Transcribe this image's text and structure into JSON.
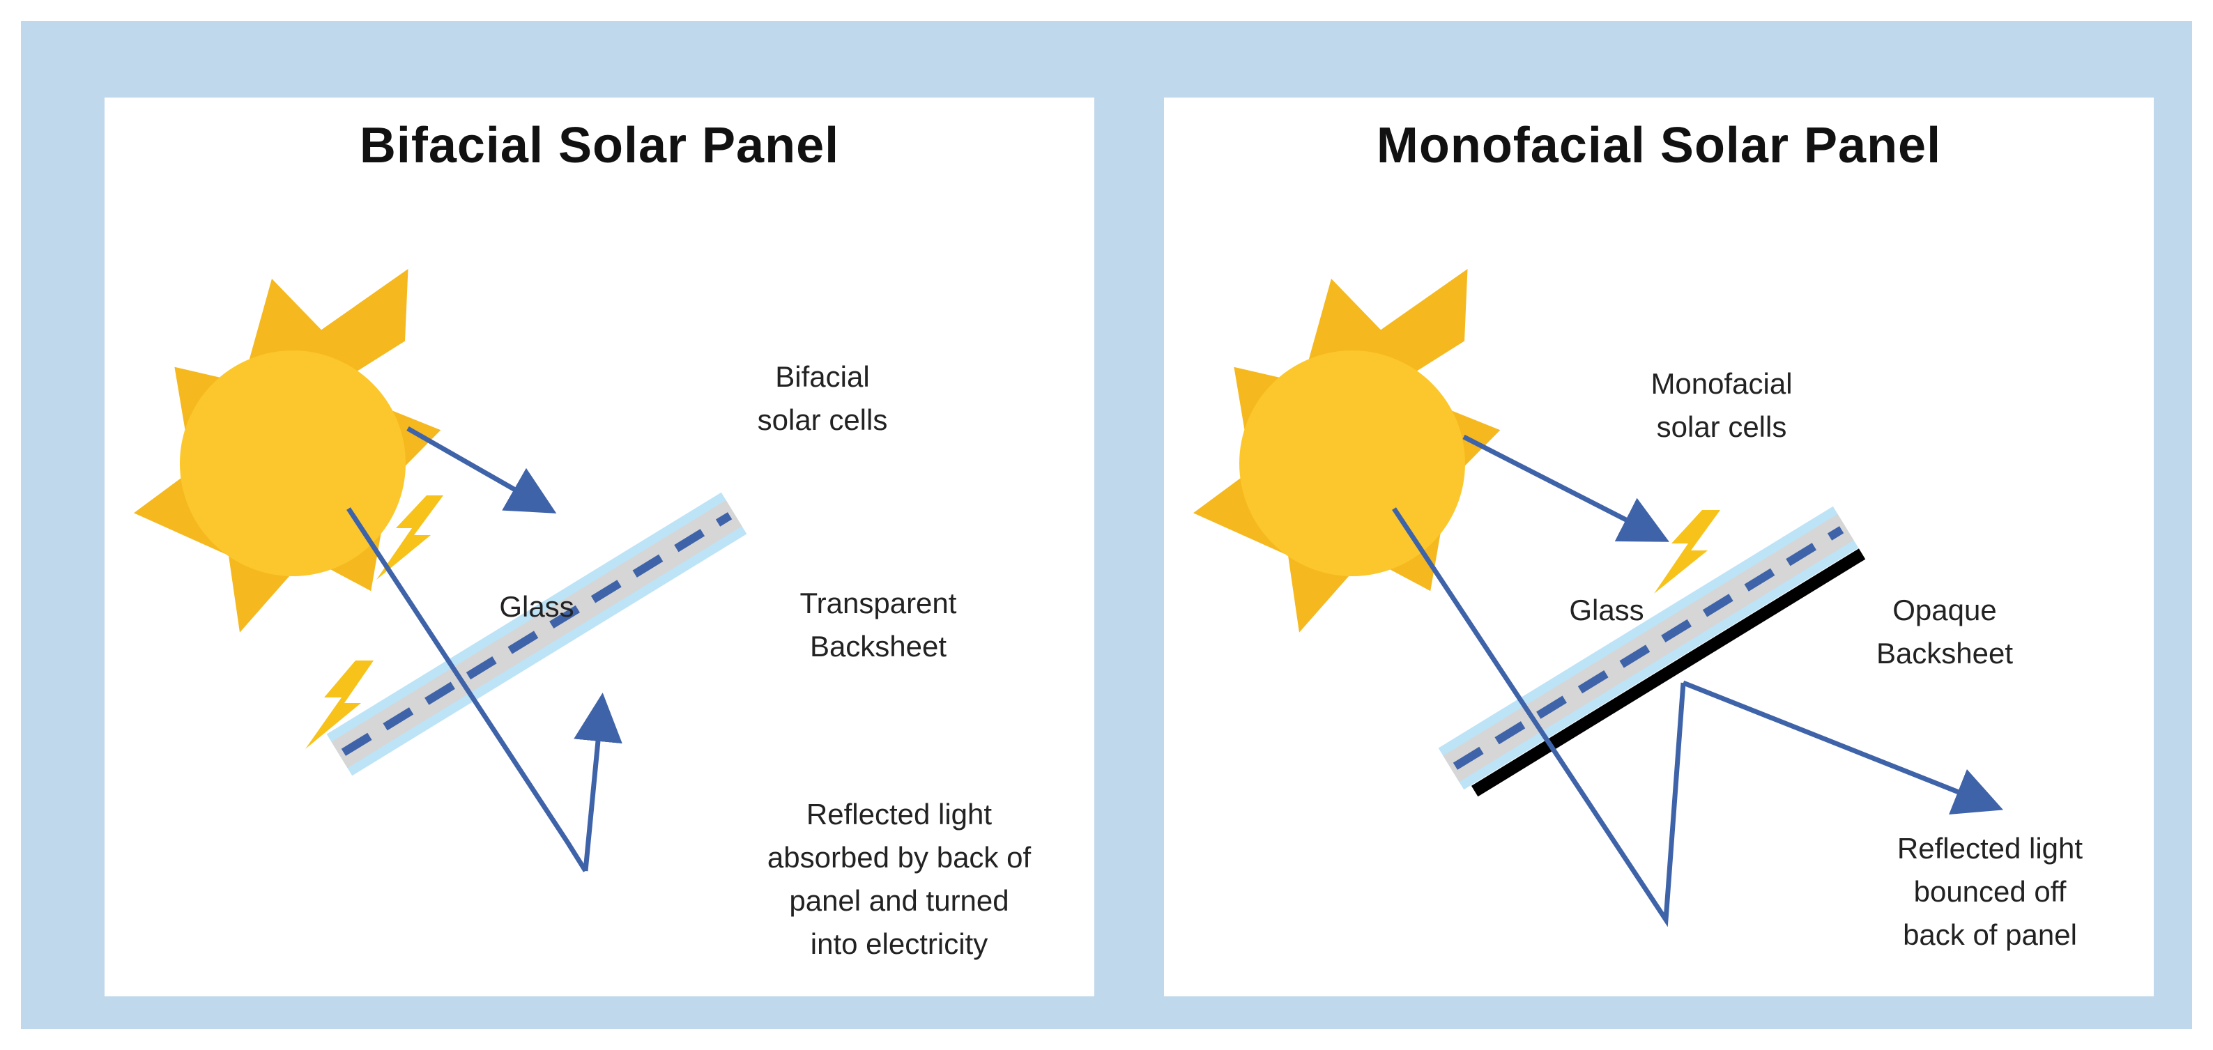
{
  "colors": {
    "background": "#bfd8ec",
    "panel": "#ffffff",
    "sun": "#f5b81e",
    "sun_center": "#fcc72c",
    "arrow": "#3f63a8",
    "glass": "#bde3f7",
    "cell": "#d6d6d6",
    "dash": "#3f63a8",
    "bolt": "#f7c21a",
    "opaque_backsheet": "#000000"
  },
  "bifacial": {
    "title": "Bifacial Solar Panel",
    "cells_label": [
      "Bifacial",
      "solar cells"
    ],
    "glass_label": "Glass",
    "backsheet_label": [
      "Transparent",
      "Backsheet"
    ],
    "reflection_label": [
      "Reflected light",
      "absorbed by back of",
      "panel and turned",
      "into electricity"
    ]
  },
  "monofacial": {
    "title": "Monofacial Solar Panel",
    "cells_label": [
      "Monofacial",
      "solar cells"
    ],
    "glass_label": "Glass",
    "backsheet_label": [
      "Opaque",
      "Backsheet"
    ],
    "reflection_label": [
      "Reflected light",
      "bounced off",
      "back of panel"
    ]
  }
}
